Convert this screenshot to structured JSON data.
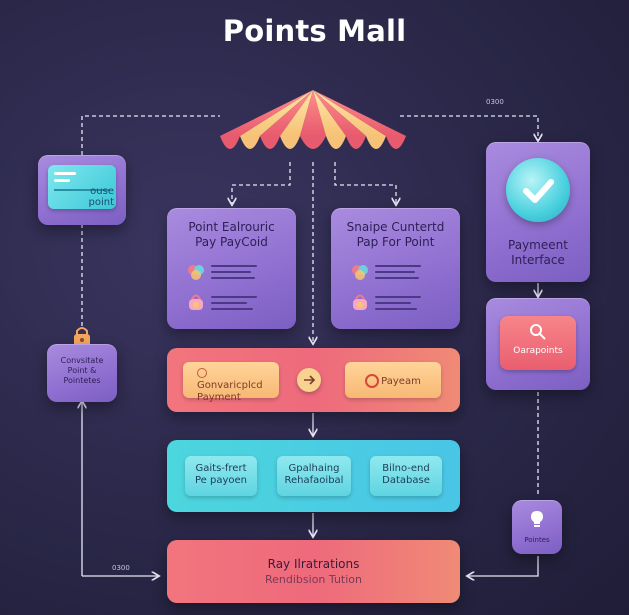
{
  "title": "Points Mall",
  "labels": {
    "top_right": "0300",
    "bottom_left": "0300"
  },
  "left_card": {
    "text_line1": "ouse",
    "text_line2": "point"
  },
  "convert_card": {
    "line1": "Convsitate",
    "line2": "Point &",
    "line3": "Pointetes"
  },
  "card_a": {
    "line1": "Point Ealrouric",
    "line2": "Pay PayCoid"
  },
  "card_b": {
    "line1": "Snaipe Cuntertd",
    "line2": "Pap For Point"
  },
  "payment_card": {
    "line1": "Paymeent",
    "line2": "Interface"
  },
  "oarapoints": {
    "label": "Oarapoints"
  },
  "red_bar": {
    "left": "Gonvaricplcd Payment",
    "right": "Payeam"
  },
  "teal_bar": {
    "box1_line1": "Gaits-frert",
    "box1_line2": "Pe payoen",
    "box2_line1": "Gpalhaing",
    "box2_line2": "Rehafaoibal",
    "box3_line1": "Bilno-end",
    "box3_line2": "Database"
  },
  "bottom_bar": {
    "line1": "Ray Ilratrations",
    "line2": "Rendibsion Tution"
  },
  "pointes_card": {
    "label": "Pointes"
  },
  "colors": {
    "background": "#2a2748",
    "card_purple": "#9a7bd6",
    "bar_red": "#ee6a7c",
    "bar_teal": "#4cd6dd",
    "accent_yellow": "#f8c878"
  }
}
